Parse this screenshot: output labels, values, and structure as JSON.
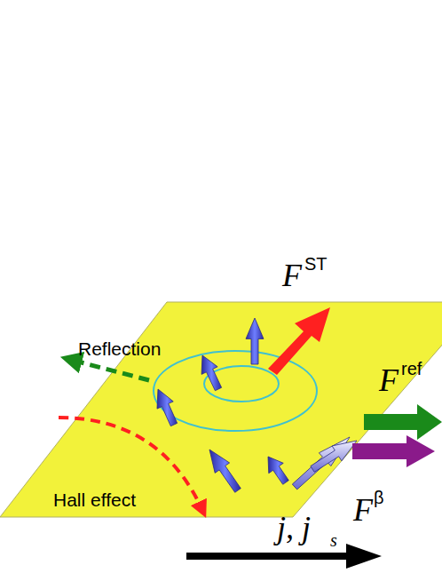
{
  "diagram": {
    "labels": [
      "F",
      "ST",
      "F",
      "ref",
      "F",
      "β",
      "Reflection",
      "Hall effect",
      "j, j",
      "s"
    ]
  }
}
